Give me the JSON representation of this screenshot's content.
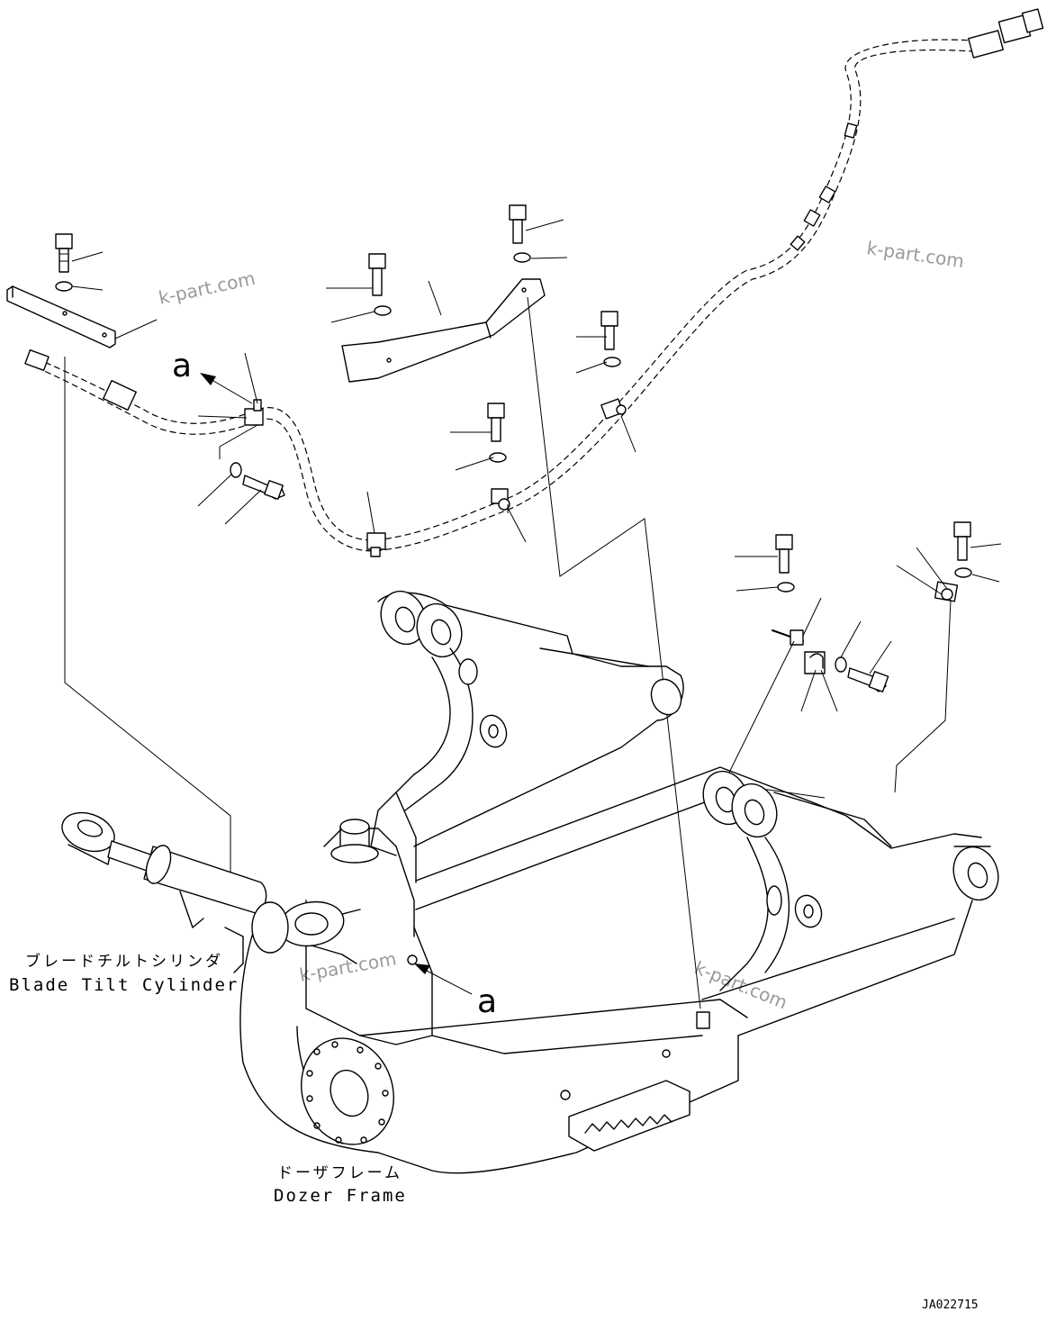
{
  "labels": {
    "blade_tilt_cylinder_jp": "ブレードチルトシリンダ",
    "blade_tilt_cylinder_en": "Blade Tilt Cylinder",
    "dozer_frame_jp": "ドーザフレーム",
    "dozer_frame_en": "Dozer Frame",
    "ref_a_upper": "a",
    "ref_a_lower": "a"
  },
  "watermarks": [
    "k-part.com",
    "k-part.com",
    "k-part.com",
    "k-part.com"
  ],
  "drawing_code": "JA022715"
}
